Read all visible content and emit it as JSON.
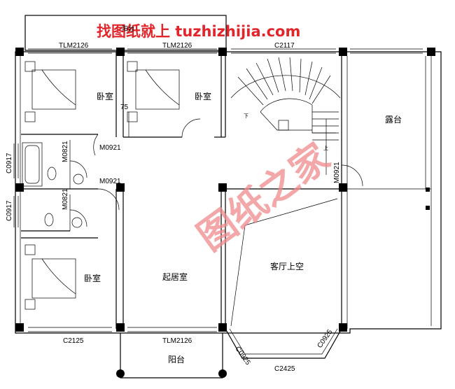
{
  "watermark": {
    "top": "找图纸就上 tuzhizhijia.com",
    "diagonal": "图纸之家",
    "color": "#e0262b"
  },
  "rooms": {
    "bedroom_top_left": "卧室",
    "bedroom_top_mid": "卧室",
    "bedroom_bottom_left": "卧室",
    "family_room": "起居室",
    "living_void": "客厅上空",
    "terrace": "露台",
    "balcony_bottom": "阳台",
    "balcony_top": "阳台"
  },
  "codes": {
    "tlm_top_left": "TLM2126",
    "tlm_top_mid": "TLM2126",
    "c2117": "C2117",
    "c0917_upper": "C0917",
    "c0917_lower": "C0917",
    "m0821_upper": "M0821",
    "m0821_lower": "M0821",
    "m0921_upper": "M0921",
    "m0921_lower": "M0921",
    "m0921_right": "M0921",
    "c2125": "C2125",
    "tlm_bottom": "TLM2126",
    "c0925_left": "C0925",
    "c0925_right": "C0925",
    "c2425": "C2425",
    "dim_75": "75",
    "stair_down": "下",
    "stair_up": "上"
  }
}
